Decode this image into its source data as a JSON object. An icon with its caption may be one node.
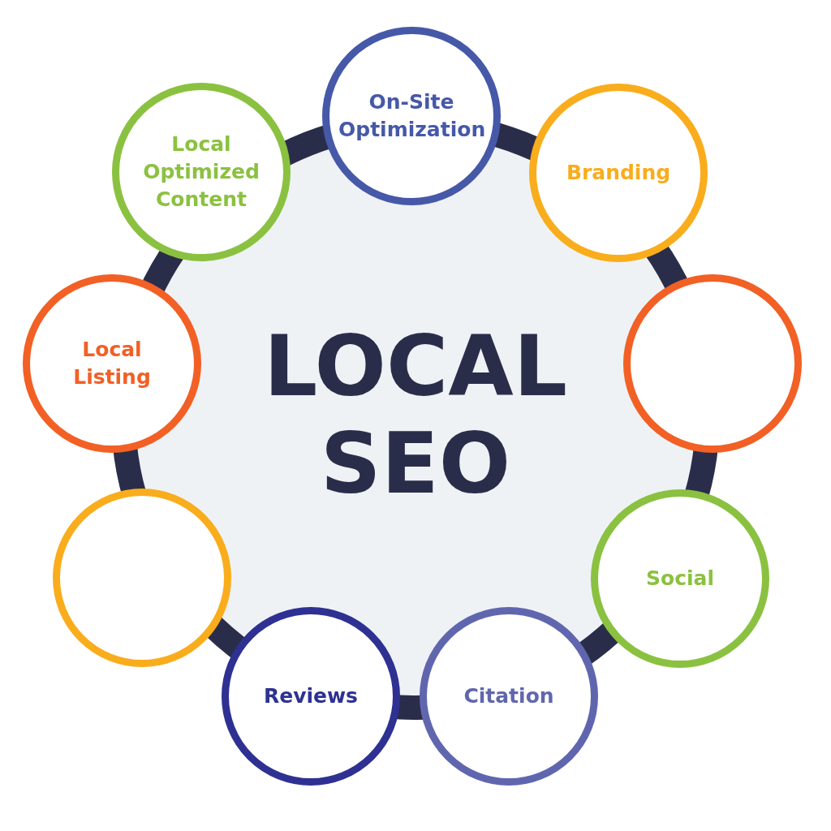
{
  "diagram": {
    "nodes": [
      {
        "text": [
          "LOCAL SEO"
        ]
      },
      {
        "text": [
          "On-Site Optimization"
        ]
      },
      {
        "text": [
          "Branding"
        ]
      },
      {
        "text": [],
        "shape": "circle"
      },
      {
        "text": [
          "Social"
        ]
      },
      {
        "text": [
          "Citation"
        ]
      },
      {
        "text": [
          "Reviews"
        ]
      },
      {
        "text": [],
        "shape": "circle"
      },
      {
        "text": [
          "Local Listing"
        ]
      },
      {
        "text": [
          "Local Optimized Content"
        ]
      }
    ]
  }
}
